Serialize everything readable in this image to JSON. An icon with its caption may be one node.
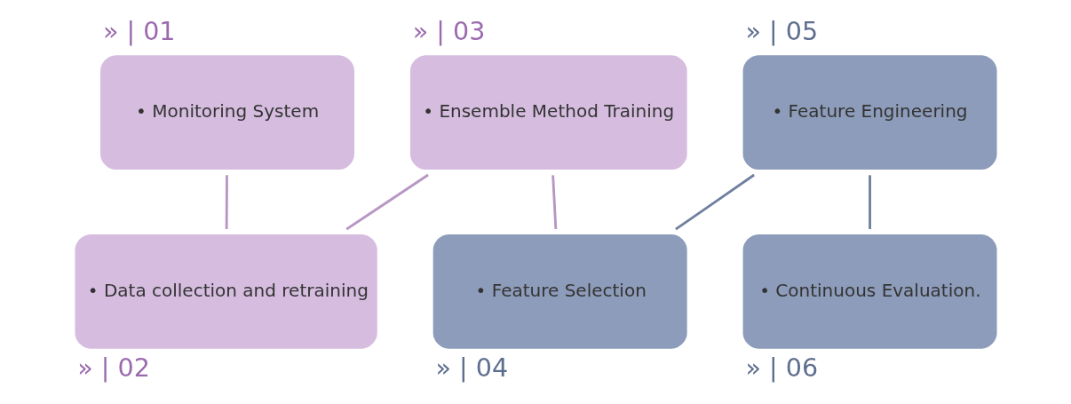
{
  "diagram": {
    "nodes": [
      {
        "text": [
          "• Monitoring System"
        ],
        "beside": [
          "» | 01"
        ]
      },
      {
        "text": [
          "• Data collection and retraining"
        ],
        "beside": [
          "» | 02"
        ]
      },
      {
        "text": [
          "• Ensemble Method Training"
        ],
        "beside": [
          "» | 03"
        ]
      },
      {
        "text": [
          "• Feature Selection"
        ],
        "beside": [
          "» | 04"
        ]
      },
      {
        "text": [
          "• Feature Engineering"
        ],
        "beside": [
          "» | 05"
        ]
      },
      {
        "text": [
          "• Continuous Evaluation."
        ],
        "beside": [
          "» | 06"
        ]
      }
    ],
    "edges": [
      {
        "from": 0,
        "to": 1,
        "arrow": "none"
      },
      {
        "from": 1,
        "to": 2,
        "arrow": "none"
      },
      {
        "from": 2,
        "to": 3,
        "arrow": "none"
      },
      {
        "from": 3,
        "to": 4,
        "arrow": "none",
        "color": "#6f7f9f"
      },
      {
        "from": 4,
        "to": 5,
        "arrow": "none",
        "color": "#6f7f9f"
      }
    ]
  }
}
